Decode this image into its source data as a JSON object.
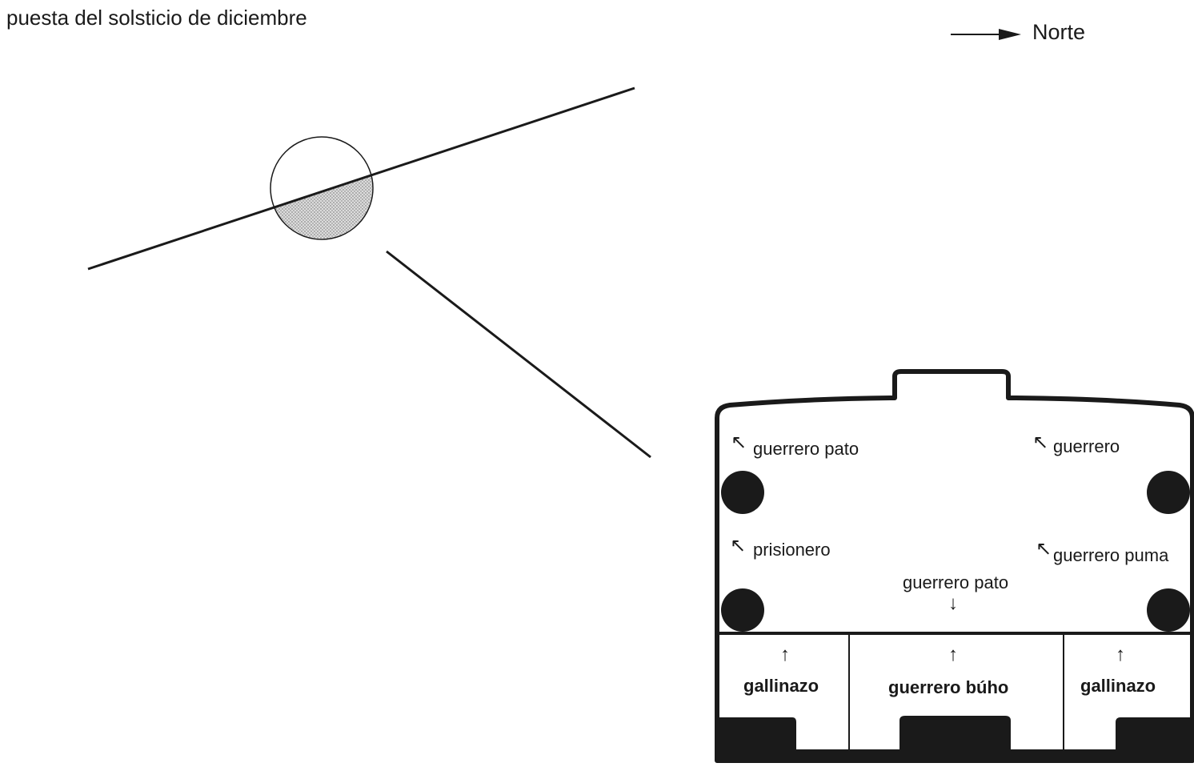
{
  "title": "puesta del solsticio de diciembre",
  "north": {
    "label": "Norte",
    "icon": "arrow-right-icon"
  },
  "room_labels": {
    "duck_warrior_top": "guerrero pato",
    "warrior": "guerrero",
    "prisoner": "prisionero",
    "puma_warrior": "guerrero puma",
    "duck_warrior_center": "guerrero pato"
  },
  "niches": {
    "left": "gallinazo",
    "center": "guerrero búho",
    "right": "gallinazo"
  },
  "arrows": {
    "up_left": "↖",
    "up": "↑",
    "down": "↓"
  },
  "colors": {
    "ink": "#1a1a1a",
    "sun_shade": "#c8c8c8",
    "background": "#ffffff"
  }
}
